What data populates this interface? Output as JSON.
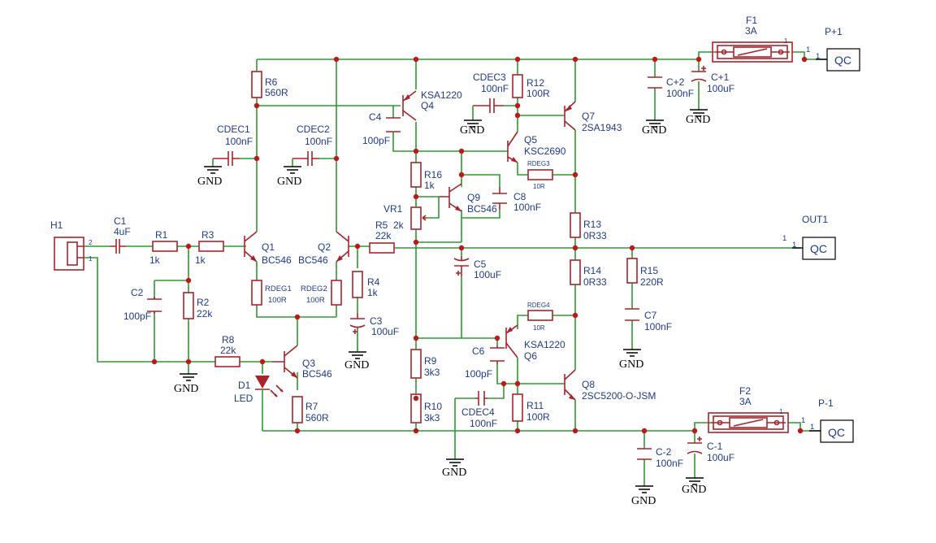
{
  "components": {
    "H1": {
      "ref": "H1",
      "pin1": "1",
      "pin2": "2"
    },
    "C1": {
      "ref": "C1",
      "value": "4uF"
    },
    "R1": {
      "ref": "R1",
      "value": "1k"
    },
    "R3": {
      "ref": "R3",
      "value": "1k"
    },
    "C2": {
      "ref": "C2",
      "value": "100pF"
    },
    "R2": {
      "ref": "R2",
      "value": "22k"
    },
    "R8": {
      "ref": "R8",
      "value": "22k"
    },
    "D1": {
      "ref": "D1",
      "value": "LED"
    },
    "Q1": {
      "ref": "Q1",
      "value": "BC546"
    },
    "Q2": {
      "ref": "Q2",
      "value": "BC546"
    },
    "Q3": {
      "ref": "Q3",
      "value": "BC546"
    },
    "R6": {
      "ref": "R6",
      "value": "560R"
    },
    "R7": {
      "ref": "R7",
      "value": "560R"
    },
    "CDEC1": {
      "ref": "CDEC1",
      "value": "100nF"
    },
    "CDEC2": {
      "ref": "CDEC2",
      "value": "100nF"
    },
    "RDEG1": {
      "ref": "RDEG1",
      "value": "100R"
    },
    "RDEG2": {
      "ref": "RDEG2",
      "value": "100R"
    },
    "R4": {
      "ref": "R4",
      "value": "1k"
    },
    "C3": {
      "ref": "C3",
      "value": "100uF"
    },
    "R5": {
      "ref": "R5",
      "value": "22k"
    },
    "C4": {
      "ref": "C4",
      "value": "100pF"
    },
    "Q4": {
      "ref": "Q4",
      "value": "KSA1220"
    },
    "R16": {
      "ref": "R16",
      "value": "1k"
    },
    "VR1": {
      "ref": "VR1",
      "value": "2k"
    },
    "Q9": {
      "ref": "Q9",
      "value": "BC546"
    },
    "C8": {
      "ref": "C8",
      "value": "100nF"
    },
    "C5": {
      "ref": "C5",
      "value": "100uF"
    },
    "R9": {
      "ref": "R9",
      "value": "3k3"
    },
    "R10": {
      "ref": "R10",
      "value": "3k3"
    },
    "C6": {
      "ref": "C6",
      "value": "100pF"
    },
    "CDEC4": {
      "ref": "CDEC4",
      "value": "100nF"
    },
    "CDEC3": {
      "ref": "CDEC3",
      "value": "100nF"
    },
    "R12": {
      "ref": "R12",
      "value": "100R"
    },
    "Q5": {
      "ref": "Q5",
      "value": "KSC2690"
    },
    "RDEG3": {
      "ref": "RDEG3",
      "value": "10R"
    },
    "Q6": {
      "ref": "Q6",
      "value": "KSA1220"
    },
    "RDEG4": {
      "ref": "RDEG4",
      "value": "10R"
    },
    "R11": {
      "ref": "R11",
      "value": "100R"
    },
    "Q7": {
      "ref": "Q7",
      "value": "2SA1943"
    },
    "Q8": {
      "ref": "Q8",
      "value": "2SC5200-O-JSM"
    },
    "R13": {
      "ref": "R13",
      "value": "0R33"
    },
    "R14": {
      "ref": "R14",
      "value": "0R33"
    },
    "R15": {
      "ref": "R15",
      "value": "220R"
    },
    "C7": {
      "ref": "C7",
      "value": "100nF"
    },
    "C_P2": {
      "ref": "C+2",
      "value": "100nF"
    },
    "C_P1": {
      "ref": "C+1",
      "value": "100uF"
    },
    "C_M2": {
      "ref": "C-2",
      "value": "100nF"
    },
    "C_M1": {
      "ref": "C-1",
      "value": "100uF"
    },
    "F1": {
      "ref": "F1",
      "value": "3A"
    },
    "F2": {
      "ref": "F2",
      "value": "3A"
    }
  },
  "connectors": {
    "P_plus": {
      "ref": "P+1",
      "label": "QC",
      "pin": "1"
    },
    "P_minus": {
      "ref": "P-1",
      "label": "QC",
      "pin": "1"
    },
    "OUT1": {
      "ref": "OUT1",
      "label": "QC",
      "pin": "1"
    }
  },
  "ground_label": "GND"
}
